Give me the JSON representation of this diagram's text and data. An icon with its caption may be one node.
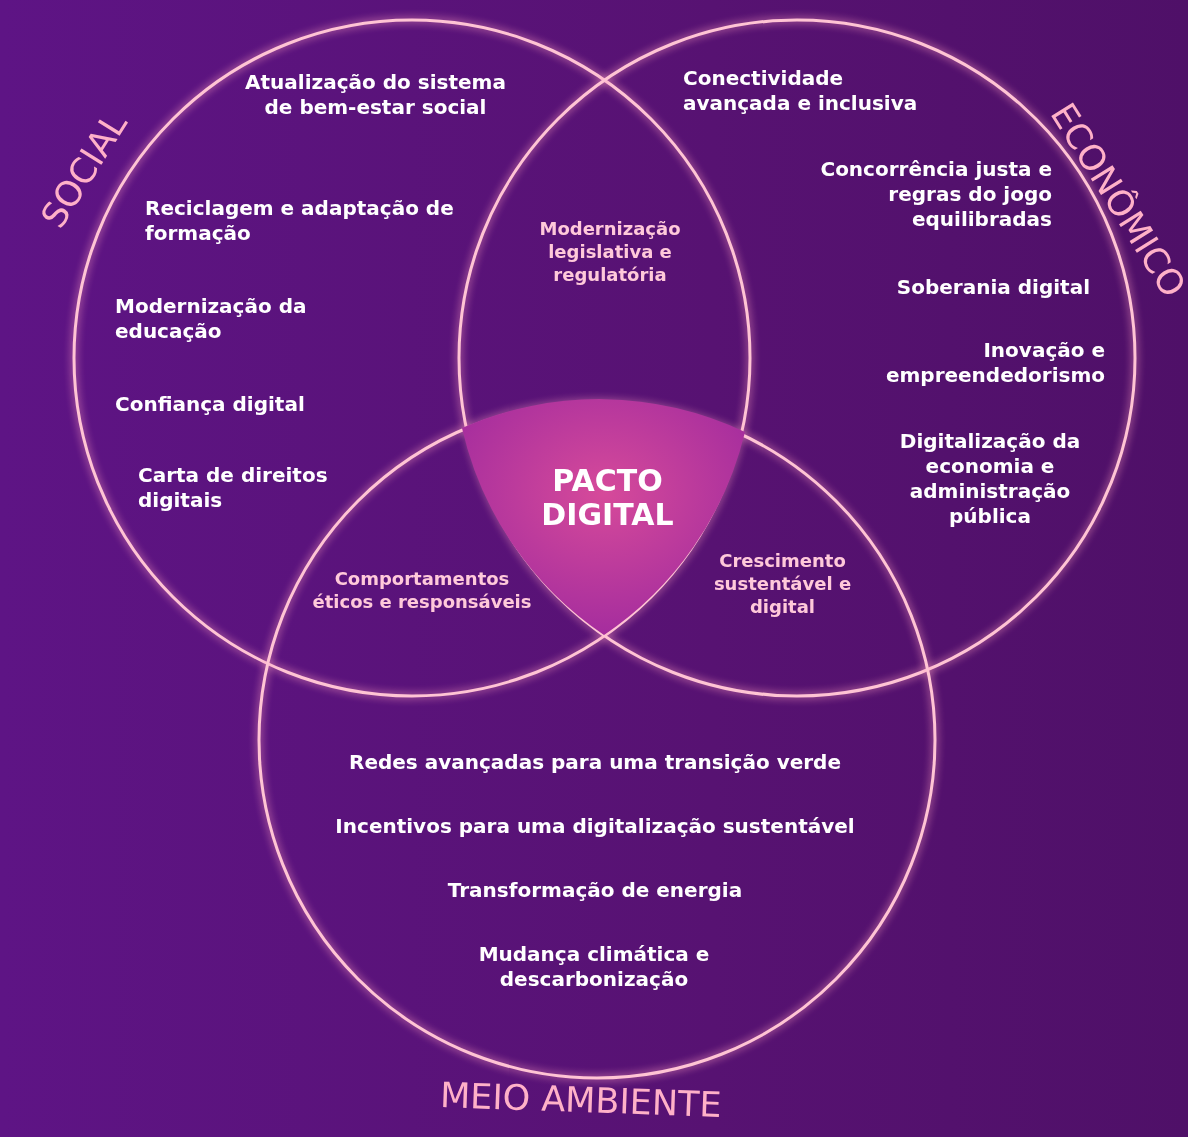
{
  "diagram": {
    "nodes": [
      {
        "text": [
          "SOCIAL",
          "Atualização do sistema de bem-estar social",
          "Reciclagem e adaptação de formação",
          "Modernização da educação",
          "Confiança digital",
          "Carta de direitos digitais"
        ]
      },
      {
        "text": [
          "ECONÔMICO",
          "Conectividade avançada e inclusiva",
          "Concorrência justa e regras do jogo equilibradas",
          "Soberania digital",
          "Inovação e empreendedorismo",
          "Digitalização da economia e administração pública"
        ]
      },
      {
        "text": [
          "MEIO AMBIENTE",
          "Redes avançadas para uma transição verde",
          "Incentivos para uma digitalização sustentável",
          "Transformação de energia",
          "Mudança climática e descarbonização"
        ]
      },
      {
        "text": [
          "PACTO DIGITAL"
        ]
      }
    ],
    "labels": [
      "Modernização legislativa e regulatória",
      "Comportamentos éticos e responsáveis",
      "Crescimento sustentável e digital"
    ]
  }
}
